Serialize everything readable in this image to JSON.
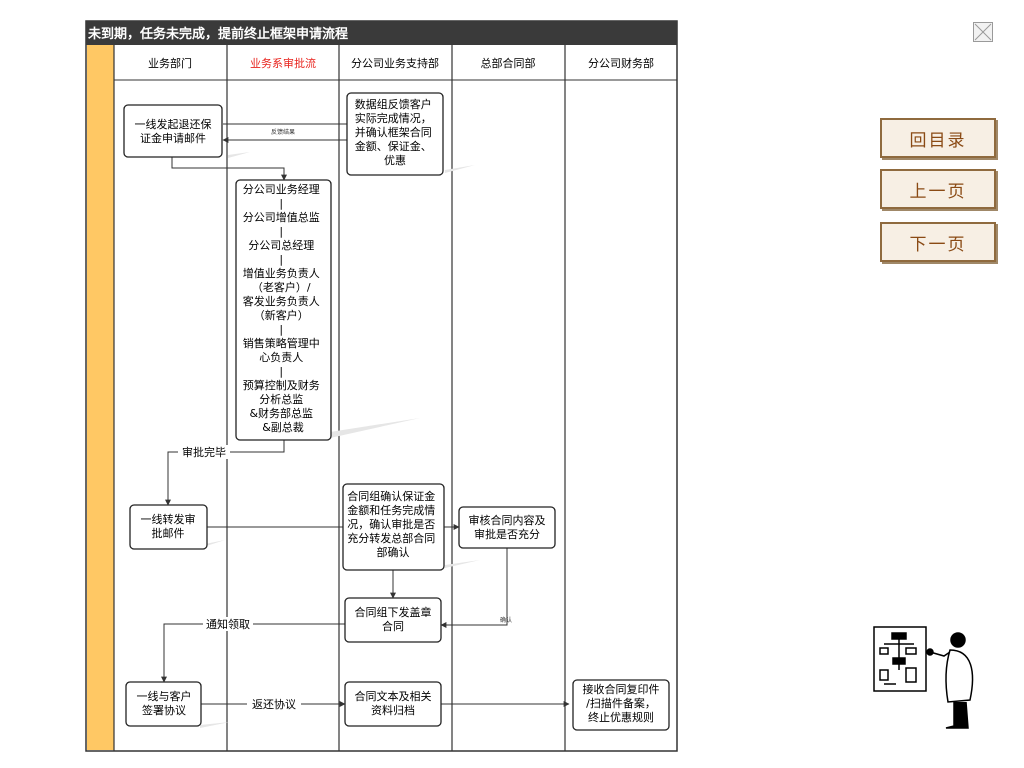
{
  "title": "未到期，任务未完成，提前终止框架申请流程",
  "lanes": [
    "业务部门",
    "业务系审批流",
    "分公司业务支持部",
    "总部合同部",
    "分公司财务部"
  ],
  "highlight_color": "#e8231d",
  "nodes": {
    "n1": [
      "一线发起退还保",
      "证金申请邮件"
    ],
    "n2": [
      "数据组反馈客户",
      "实际完成情况，",
      "并确认框架合同",
      "金额、保证金、",
      "优惠"
    ],
    "n3": [
      "分公司业务经理",
      "|",
      "分公司增值总监",
      "|",
      "分公司总经理",
      "|",
      "增值业务负责人",
      "（老客户）/",
      "客发业务负责人",
      "（新客户）",
      "|",
      "销售策略管理中",
      "心负责人",
      "|",
      "预算控制及财务",
      "分析总监",
      "&财务部总监",
      "&副总裁"
    ],
    "n4": [
      "一线转发审",
      "批邮件"
    ],
    "n5": [
      "合同组确认保证金",
      "金额和任务完成情",
      "况，确认审批是否",
      "充分转发总部合同",
      "部确认"
    ],
    "n6": [
      "审核合同内容及",
      "审批是否充分"
    ],
    "n7": [
      "合同组下发盖章",
      "合同"
    ],
    "n8": [
      "一线与客户",
      "签署协议"
    ],
    "n9": [
      "合同文本及相关",
      "资料归档"
    ],
    "n10": [
      "接收合同复印件",
      "/扫描件备案，",
      "终止优惠规则"
    ]
  },
  "edge_labels": {
    "feedback": "反馈结果",
    "approved": "审批完毕",
    "confirm": "确认",
    "notify": "通知领取",
    "return": "返还协议"
  },
  "nav": {
    "toc": "回目录",
    "prev": "上一页",
    "next": "下一页"
  }
}
